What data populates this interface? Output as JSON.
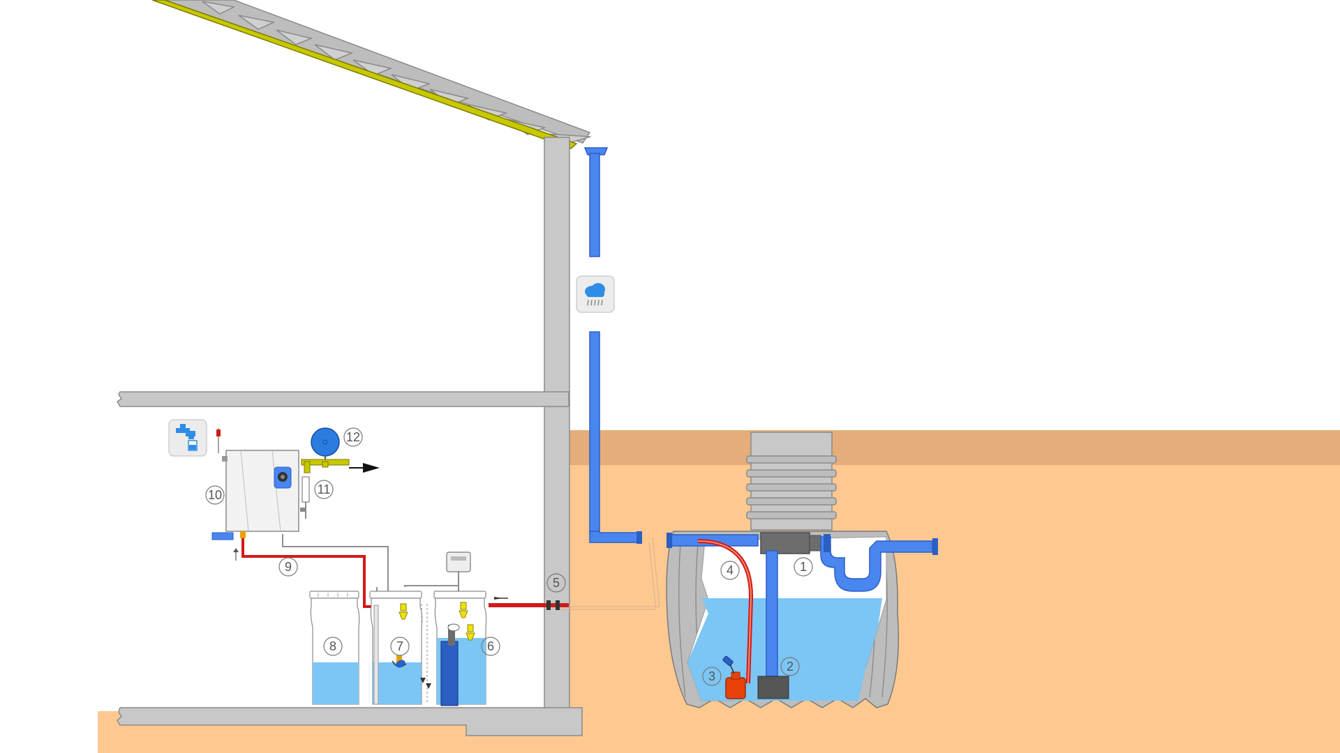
{
  "colors": {
    "soil": "#fdc991",
    "soil_top": "#e5ad7a",
    "wall": "#c8c8c8",
    "wall_stroke": "#8a8a8a",
    "roof": "#c8c800",
    "roof_tiles": "#b4b4b4",
    "pipe_blue": "#4a86f0",
    "pipe_blue_dark": "#2b5fc4",
    "water": "#7cc6f5",
    "feed_red": "#d21a1a",
    "tank_grey": "#bdbdbd",
    "tank_dark": "#8e8e8e",
    "pump_orange": "#e8420a",
    "valve_yellow": "#f0e000"
  },
  "icons": {
    "rain": "rain-cloud-icon",
    "tap": "water-tap-icon",
    "flow": "arrow-right-icon"
  },
  "callouts": [
    {
      "id": "1",
      "label": "1"
    },
    {
      "id": "2",
      "label": "2"
    },
    {
      "id": "3",
      "label": "3"
    },
    {
      "id": "4",
      "label": "4"
    },
    {
      "id": "5",
      "label": "5"
    },
    {
      "id": "6",
      "label": "6"
    },
    {
      "id": "7",
      "label": "7"
    },
    {
      "id": "8",
      "label": "8"
    },
    {
      "id": "9",
      "label": "9"
    },
    {
      "id": "10",
      "label": "10"
    },
    {
      "id": "11",
      "label": "11"
    },
    {
      "id": "12",
      "label": "12"
    }
  ]
}
